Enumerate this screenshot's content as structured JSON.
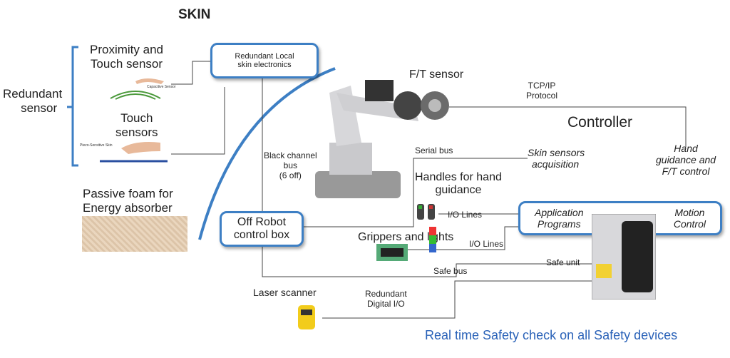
{
  "title": "SKIN",
  "left_sensors": {
    "group_label_line1": "Redundant",
    "group_label_line2": "sensor",
    "proximity_line1": "Proximity and",
    "proximity_line2": "Touch sensor",
    "capacitive_caption": "Capacitive Sensor",
    "touch_line1": "Touch",
    "touch_line2": "sensors",
    "piezo_caption": "Piezo-Sensitive Skin"
  },
  "foam": {
    "line1": "Passive foam for",
    "line2": "Energy absorber"
  },
  "local_electronics": {
    "line1": "Redundant Local",
    "line2": "skin electronics"
  },
  "ft_sensor": "F/T sensor",
  "tcp": {
    "line1": "TCP/IP",
    "line2": "Protocol"
  },
  "controller": "Controller",
  "hand_guidance_ft": {
    "line1": "Hand",
    "line2": "guidance and",
    "line3": "F/T control"
  },
  "black_channel": {
    "line1": "Black channel",
    "line2": "bus",
    "line3": "(6 off)"
  },
  "serial_bus": "Serial bus",
  "skin_acq": {
    "line1": "Skin sensors",
    "line2": "acquisition"
  },
  "handles": {
    "line1": "Handles for hand",
    "line2": "guidance"
  },
  "io_lines_1": "I/O Lines",
  "io_lines_2": "I/O Lines",
  "grippers": "Grippers and lights",
  "off_robot": {
    "line1": "Off Robot",
    "line2": "control box"
  },
  "app_programs": {
    "line1": "Application",
    "line2": "Programs"
  },
  "motion_control": {
    "line1": "Motion",
    "line2": "Control"
  },
  "safe_unit": "Safe unit",
  "safe_bus": "Safe bus",
  "laser_scanner": "Laser scanner",
  "redundant_io": {
    "line1": "Redundant",
    "line2": "Digital I/O"
  },
  "footer": "Real time Safety check on all Safety devices",
  "colors": {
    "box_border": "#3d7fc4",
    "footer_text": "#2a62b8",
    "line": "#555555"
  }
}
